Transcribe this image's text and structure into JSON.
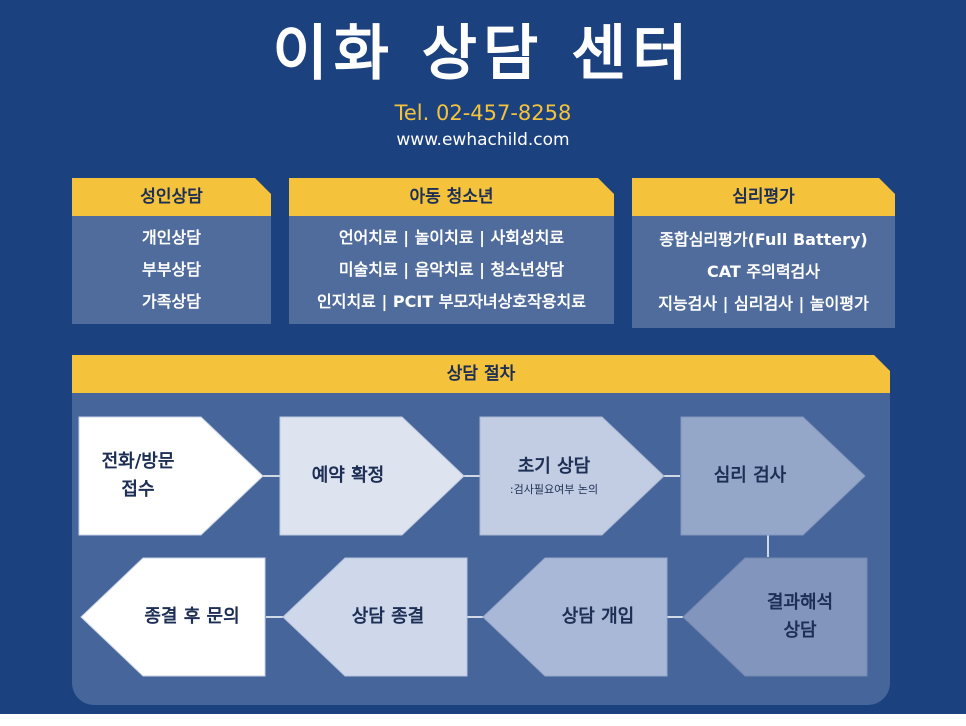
{
  "header": {
    "title": "이화 상담 센터",
    "tel": "Tel. 02-457-8258",
    "website": "www.ewhachild.com"
  },
  "categories": [
    {
      "title": "성인상담",
      "items": [
        "개인상담",
        "부부상담",
        "가족상담"
      ]
    },
    {
      "title": "아동 청소년",
      "items": [
        "언어치료 | 놀이치료 | 사회성치료",
        "미술치료 | 음악치료 | 청소년상담",
        "인지치료 | PCIT 부모자녀상호작용치료"
      ]
    },
    {
      "title": "심리평가",
      "items": [
        "종합심리평가(Full Battery)",
        "CAT 주의력검사",
        "지능검사 | 심리검사 | 놀이평가"
      ]
    }
  ],
  "process": {
    "title": "상담 절차",
    "steps": [
      {
        "label": "전화/방문\n접수"
      },
      {
        "label": "예약 확정"
      },
      {
        "label": "초기 상담",
        "sub": ":검사필요여부 논의"
      },
      {
        "label": "심리 검사"
      },
      {
        "label": "결과해석\n상담"
      },
      {
        "label": "상담 개입"
      },
      {
        "label": "상담 종결"
      },
      {
        "label": "종결 후 문의"
      }
    ]
  },
  "colors": {
    "background": "#1c417f",
    "accent": "#f5c33b",
    "panel": "#506c9c",
    "process_panel": "#46659b"
  }
}
